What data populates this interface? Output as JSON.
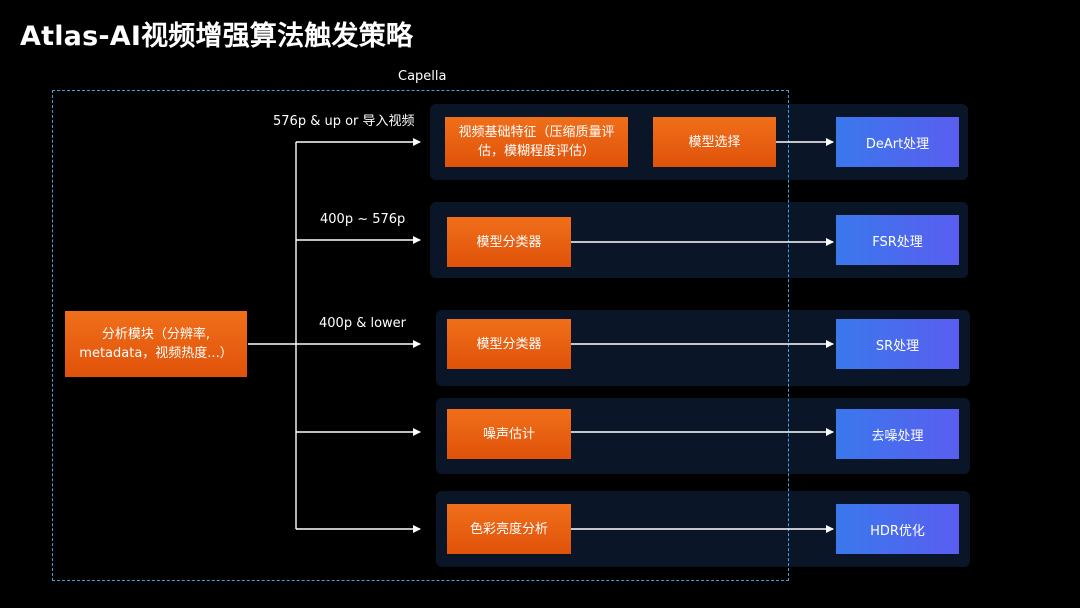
{
  "title": "Atlas-AI视频增强算法触发策略",
  "capella_label": "Capella",
  "analysis_module": {
    "line1": "分析模块（分辨率,",
    "line2": "metadata，视频热度...）"
  },
  "branches": [
    {
      "label": "576p & up or 导入视频",
      "feature": {
        "line1": "视频基础特征（压缩质量评",
        "line2": "估，模糊程度评估）"
      },
      "step": "模型选择",
      "result": "DeArt处理"
    },
    {
      "label": "400p ~ 576p",
      "step": "模型分类器",
      "result": "FSR处理"
    },
    {
      "label": "400p & lower",
      "step": "模型分类器",
      "result": "SR处理"
    },
    {
      "label": "",
      "step": "噪声估计",
      "result": "去噪处理"
    },
    {
      "label": "",
      "step": "色彩亮度分析",
      "result": "HDR优化"
    }
  ],
  "colors": {
    "background": "#000000",
    "panel": "#0a1628",
    "orange": "#e85f12",
    "blue": "#4a6cef",
    "dashed_border": "#3fa3e0",
    "arrow": "#ffffff"
  }
}
